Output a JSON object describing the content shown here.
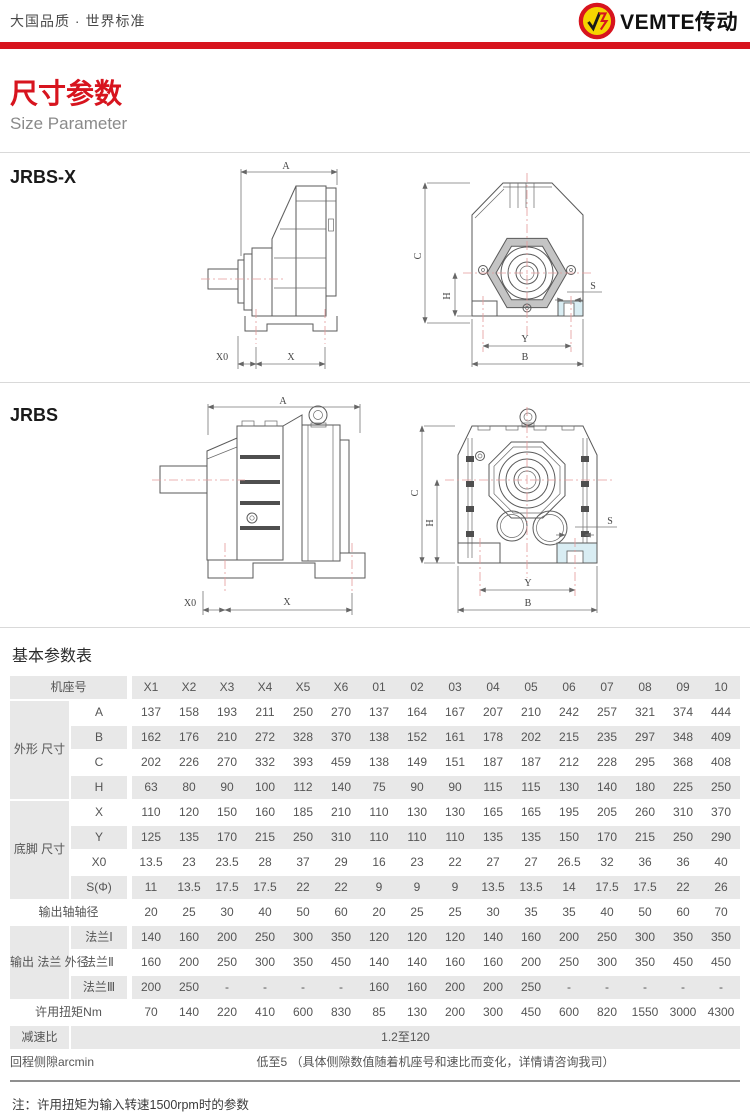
{
  "header": {
    "slogan": "大国品质 · 世界标准",
    "brand": "VEMTE传动",
    "accent_red": "#d7141e",
    "logo_yellow": "#f5d400"
  },
  "title": {
    "zh": "尺寸参数",
    "en": "Size Parameter"
  },
  "sections": {
    "jrbsx": "JRBS-X",
    "jrbs": "JRBS"
  },
  "dim_labels": {
    "A": "A",
    "B": "B",
    "C": "C",
    "H": "H",
    "S": "S",
    "X": "X",
    "X0": "X0",
    "Y": "Y"
  },
  "table": {
    "title": "基本参数表",
    "corner_label": "机座号",
    "columns": [
      "X1",
      "X2",
      "X3",
      "X4",
      "X5",
      "X6",
      "01",
      "02",
      "03",
      "04",
      "05",
      "06",
      "07",
      "08",
      "09",
      "10"
    ],
    "rows": [
      {
        "kind": "group-start",
        "group": "外形\n尺寸",
        "span": 4,
        "label": "A",
        "values": [
          "137",
          "158",
          "193",
          "211",
          "250",
          "270",
          "137",
          "164",
          "167",
          "207",
          "210",
          "242",
          "257",
          "321",
          "374",
          "444"
        ]
      },
      {
        "kind": "sub",
        "label": "B",
        "values": [
          "162",
          "176",
          "210",
          "272",
          "328",
          "370",
          "138",
          "152",
          "161",
          "178",
          "202",
          "215",
          "235",
          "297",
          "348",
          "409"
        ]
      },
      {
        "kind": "sub",
        "label": "C",
        "values": [
          "202",
          "226",
          "270",
          "332",
          "393",
          "459",
          "138",
          "149",
          "151",
          "187",
          "187",
          "212",
          "228",
          "295",
          "368",
          "408"
        ]
      },
      {
        "kind": "sub",
        "label": "H",
        "values": [
          "63",
          "80",
          "90",
          "100",
          "112",
          "140",
          "75",
          "90",
          "90",
          "115",
          "115",
          "130",
          "140",
          "180",
          "225",
          "250"
        ]
      },
      {
        "kind": "group-start",
        "group": "底脚\n尺寸",
        "span": 4,
        "label": "X",
        "values": [
          "110",
          "120",
          "150",
          "160",
          "185",
          "210",
          "110",
          "130",
          "130",
          "165",
          "165",
          "195",
          "205",
          "260",
          "310",
          "370"
        ]
      },
      {
        "kind": "sub",
        "label": "Y",
        "values": [
          "125",
          "135",
          "170",
          "215",
          "250",
          "310",
          "110",
          "110",
          "110",
          "135",
          "135",
          "150",
          "170",
          "215",
          "250",
          "290"
        ]
      },
      {
        "kind": "sub",
        "label": "X0",
        "values": [
          "13.5",
          "23",
          "23.5",
          "28",
          "37",
          "29",
          "16",
          "23",
          "22",
          "27",
          "27",
          "26.5",
          "32",
          "36",
          "36",
          "40"
        ]
      },
      {
        "kind": "sub",
        "label": "S(Φ)",
        "values": [
          "11",
          "13.5",
          "17.5",
          "17.5",
          "22",
          "22",
          "9",
          "9",
          "9",
          "13.5",
          "13.5",
          "14",
          "17.5",
          "17.5",
          "22",
          "26"
        ]
      },
      {
        "kind": "full",
        "label": "输出轴轴径",
        "values": [
          "20",
          "25",
          "30",
          "40",
          "50",
          "60",
          "20",
          "25",
          "25",
          "30",
          "35",
          "35",
          "40",
          "50",
          "60",
          "70"
        ]
      },
      {
        "kind": "group-start",
        "group": "输出\n法兰\n外径",
        "span": 3,
        "label": "法兰Ⅰ",
        "values": [
          "140",
          "160",
          "200",
          "250",
          "300",
          "350",
          "120",
          "120",
          "120",
          "140",
          "160",
          "200",
          "250",
          "300",
          "350",
          "350"
        ]
      },
      {
        "kind": "sub",
        "label": "法兰Ⅱ",
        "values": [
          "160",
          "200",
          "250",
          "300",
          "350",
          "450",
          "140",
          "140",
          "160",
          "160",
          "200",
          "250",
          "300",
          "350",
          "450",
          "450"
        ]
      },
      {
        "kind": "sub",
        "label": "法兰Ⅲ",
        "values": [
          "200",
          "250",
          "-",
          "-",
          "-",
          "-",
          "160",
          "160",
          "200",
          "200",
          "250",
          "-",
          "-",
          "-",
          "-",
          "-"
        ]
      },
      {
        "kind": "full",
        "label": "许用扭矩Nm",
        "values": [
          "70",
          "140",
          "220",
          "410",
          "600",
          "830",
          "85",
          "130",
          "200",
          "300",
          "450",
          "600",
          "820",
          "1550",
          "3000",
          "4300"
        ]
      },
      {
        "kind": "span",
        "label": "减速比",
        "value": "1.2至120"
      },
      {
        "kind": "span",
        "label": "回程侧隙arcmin",
        "value": "低至5 （具体侧隙数值随着机座号和速比而变化，详情请咨询我司）"
      }
    ]
  },
  "note": "注：许用扭矩为输入转速1500rpm时的参数"
}
